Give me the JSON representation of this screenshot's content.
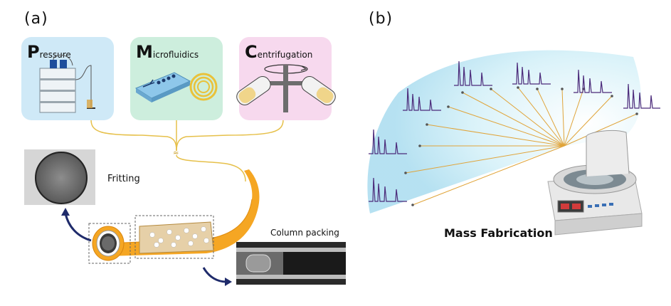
{
  "panel_a": {
    "label": "(a)",
    "methods": [
      {
        "initial": "P",
        "rest": "ressure",
        "color": "#cfe9f7"
      },
      {
        "initial": "M",
        "rest": "icrofluidics",
        "color": "#cdeedd"
      },
      {
        "initial": "C",
        "rest": "entrifugation",
        "color": "#f7d9ee"
      }
    ],
    "fritting_label": "Fritting",
    "column_packing_label": "Column packing"
  },
  "panel_b": {
    "label": "(b)",
    "caption": "Mass Fabrication"
  },
  "colors": {
    "tube_orange": "#f5a623",
    "chromatogram": "#4b2a7a",
    "arrow_line": "#e0a43a",
    "curved_arrow": "#1f2b6b",
    "cone": "#bfe8f4"
  },
  "icons": [
    "hplc-pump-icon",
    "microfluidic-chip-icon",
    "centrifuge-rotor-icon",
    "frit-micrograph",
    "packed-column-micrograph",
    "centrifuge-machine",
    "chromatogram-traces"
  ]
}
